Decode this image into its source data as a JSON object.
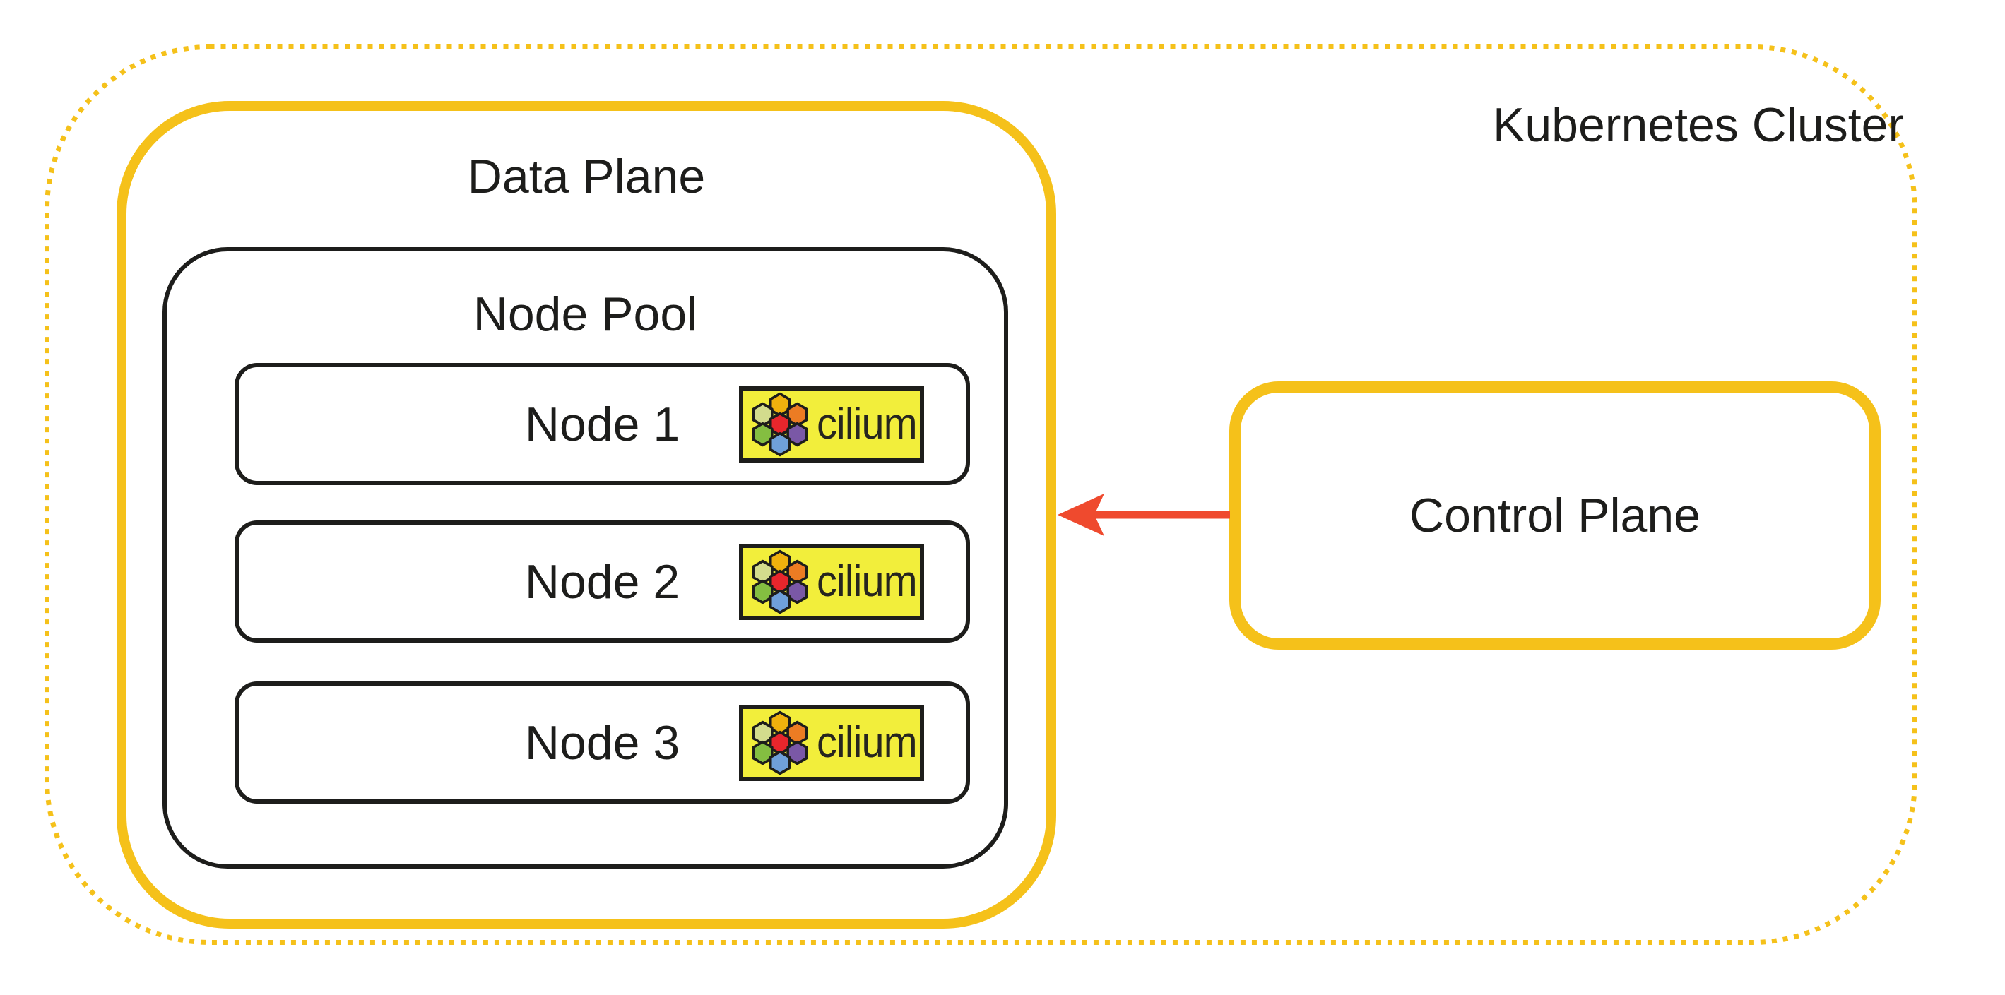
{
  "diagram": {
    "cluster_label": "Kubernetes Cluster",
    "data_plane": {
      "label": "Data Plane"
    },
    "node_pool": {
      "label": "Node Pool",
      "nodes": [
        {
          "label": "Node 1"
        },
        {
          "label": "Node 2"
        },
        {
          "label": "Node 3"
        }
      ]
    },
    "control_plane": {
      "label": "Control Plane"
    },
    "cilium": {
      "wordmark": "cilium",
      "badge_bg": "#F2EE3B",
      "hex_colors": {
        "gold": "#F0B10D",
        "pale_green": "#D3DC8D",
        "orange": "#EC7C23",
        "red": "#E8262C",
        "green": "#84BE41",
        "purple": "#7A58A6",
        "blue": "#6FA0DA"
      }
    },
    "colors": {
      "accent_yellow": "#F5C11A",
      "arrow_red": "#EF4A2E",
      "outline_ink": "#1D1D1B"
    }
  }
}
